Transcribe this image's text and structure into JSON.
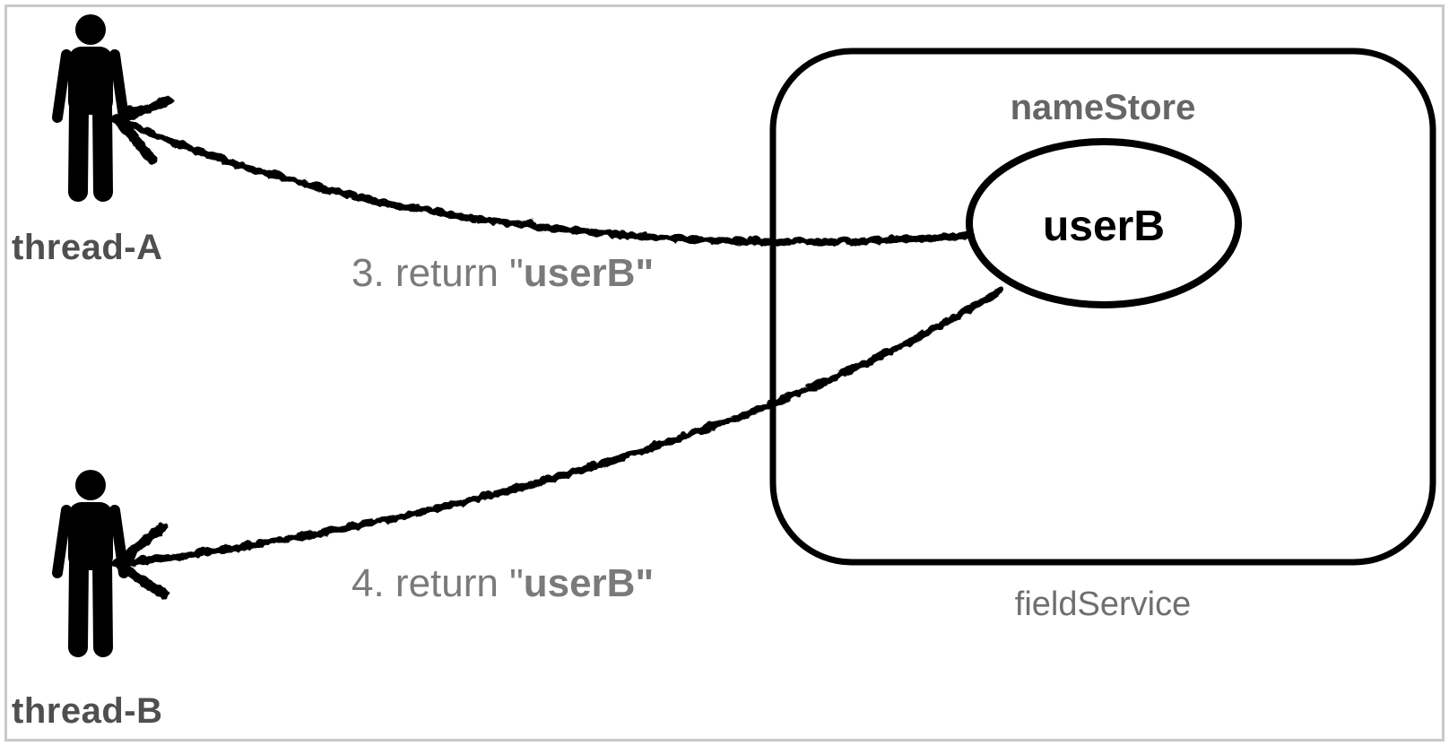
{
  "diagram": {
    "container": {
      "title": "nameStore",
      "caption": "fieldService"
    },
    "node": {
      "label": "userB"
    },
    "actors": [
      {
        "label": "thread-A"
      },
      {
        "label": "thread-B"
      }
    ],
    "messages": [
      {
        "normal": "3. return \"",
        "bold": "userB\""
      },
      {
        "normal": "4. return \"",
        "bold": "userB\""
      }
    ]
  },
  "colors": {
    "shape": "#000000",
    "actor_label": "#4f4f4f",
    "container_title": "#666666",
    "container_caption": "#6f6f6f",
    "message_label": "#7a7a7a",
    "frame_border": "#c9c9c9"
  }
}
